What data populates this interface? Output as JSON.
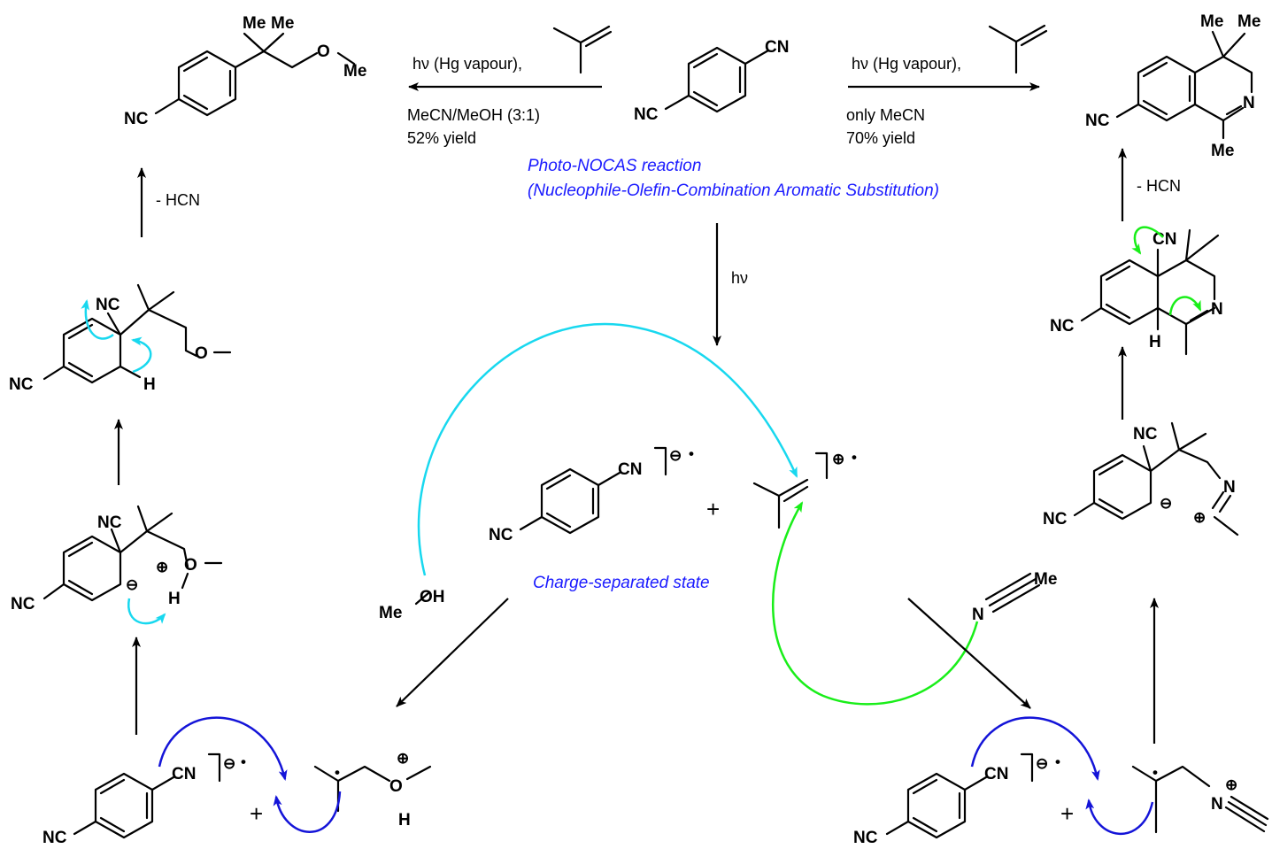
{
  "labels": {
    "me": "Me",
    "o": "O",
    "oh": "OH",
    "h": "H",
    "n": "N",
    "nc": "NC",
    "cn": "CN",
    "plus": "+",
    "minus": "⊖",
    "oplus": "⊕",
    "radical": "•"
  },
  "conditions": {
    "left_light": "hν (Hg vapour),",
    "left_solvent": "MeCN/MeOH (3:1)",
    "left_yield": "52% yield",
    "right_light": "hν (Hg vapour),",
    "right_solvent": "only MeCN",
    "right_yield": "70% yield",
    "hv": "hν",
    "hcn_left": "- HCN",
    "hcn_right": "- HCN"
  },
  "notes": {
    "reaction_name": "Photo-NOCAS reaction",
    "reaction_expansion": "(Nucleophile-Olefin-Combination Aromatic Substitution)",
    "charge_separated": "Charge-separated state"
  },
  "colors": {
    "cyan_arrow": "#18d8ef",
    "green_arrow": "#19ee19",
    "blue_arrow": "#1414d8",
    "note_text": "#1a1aff"
  }
}
